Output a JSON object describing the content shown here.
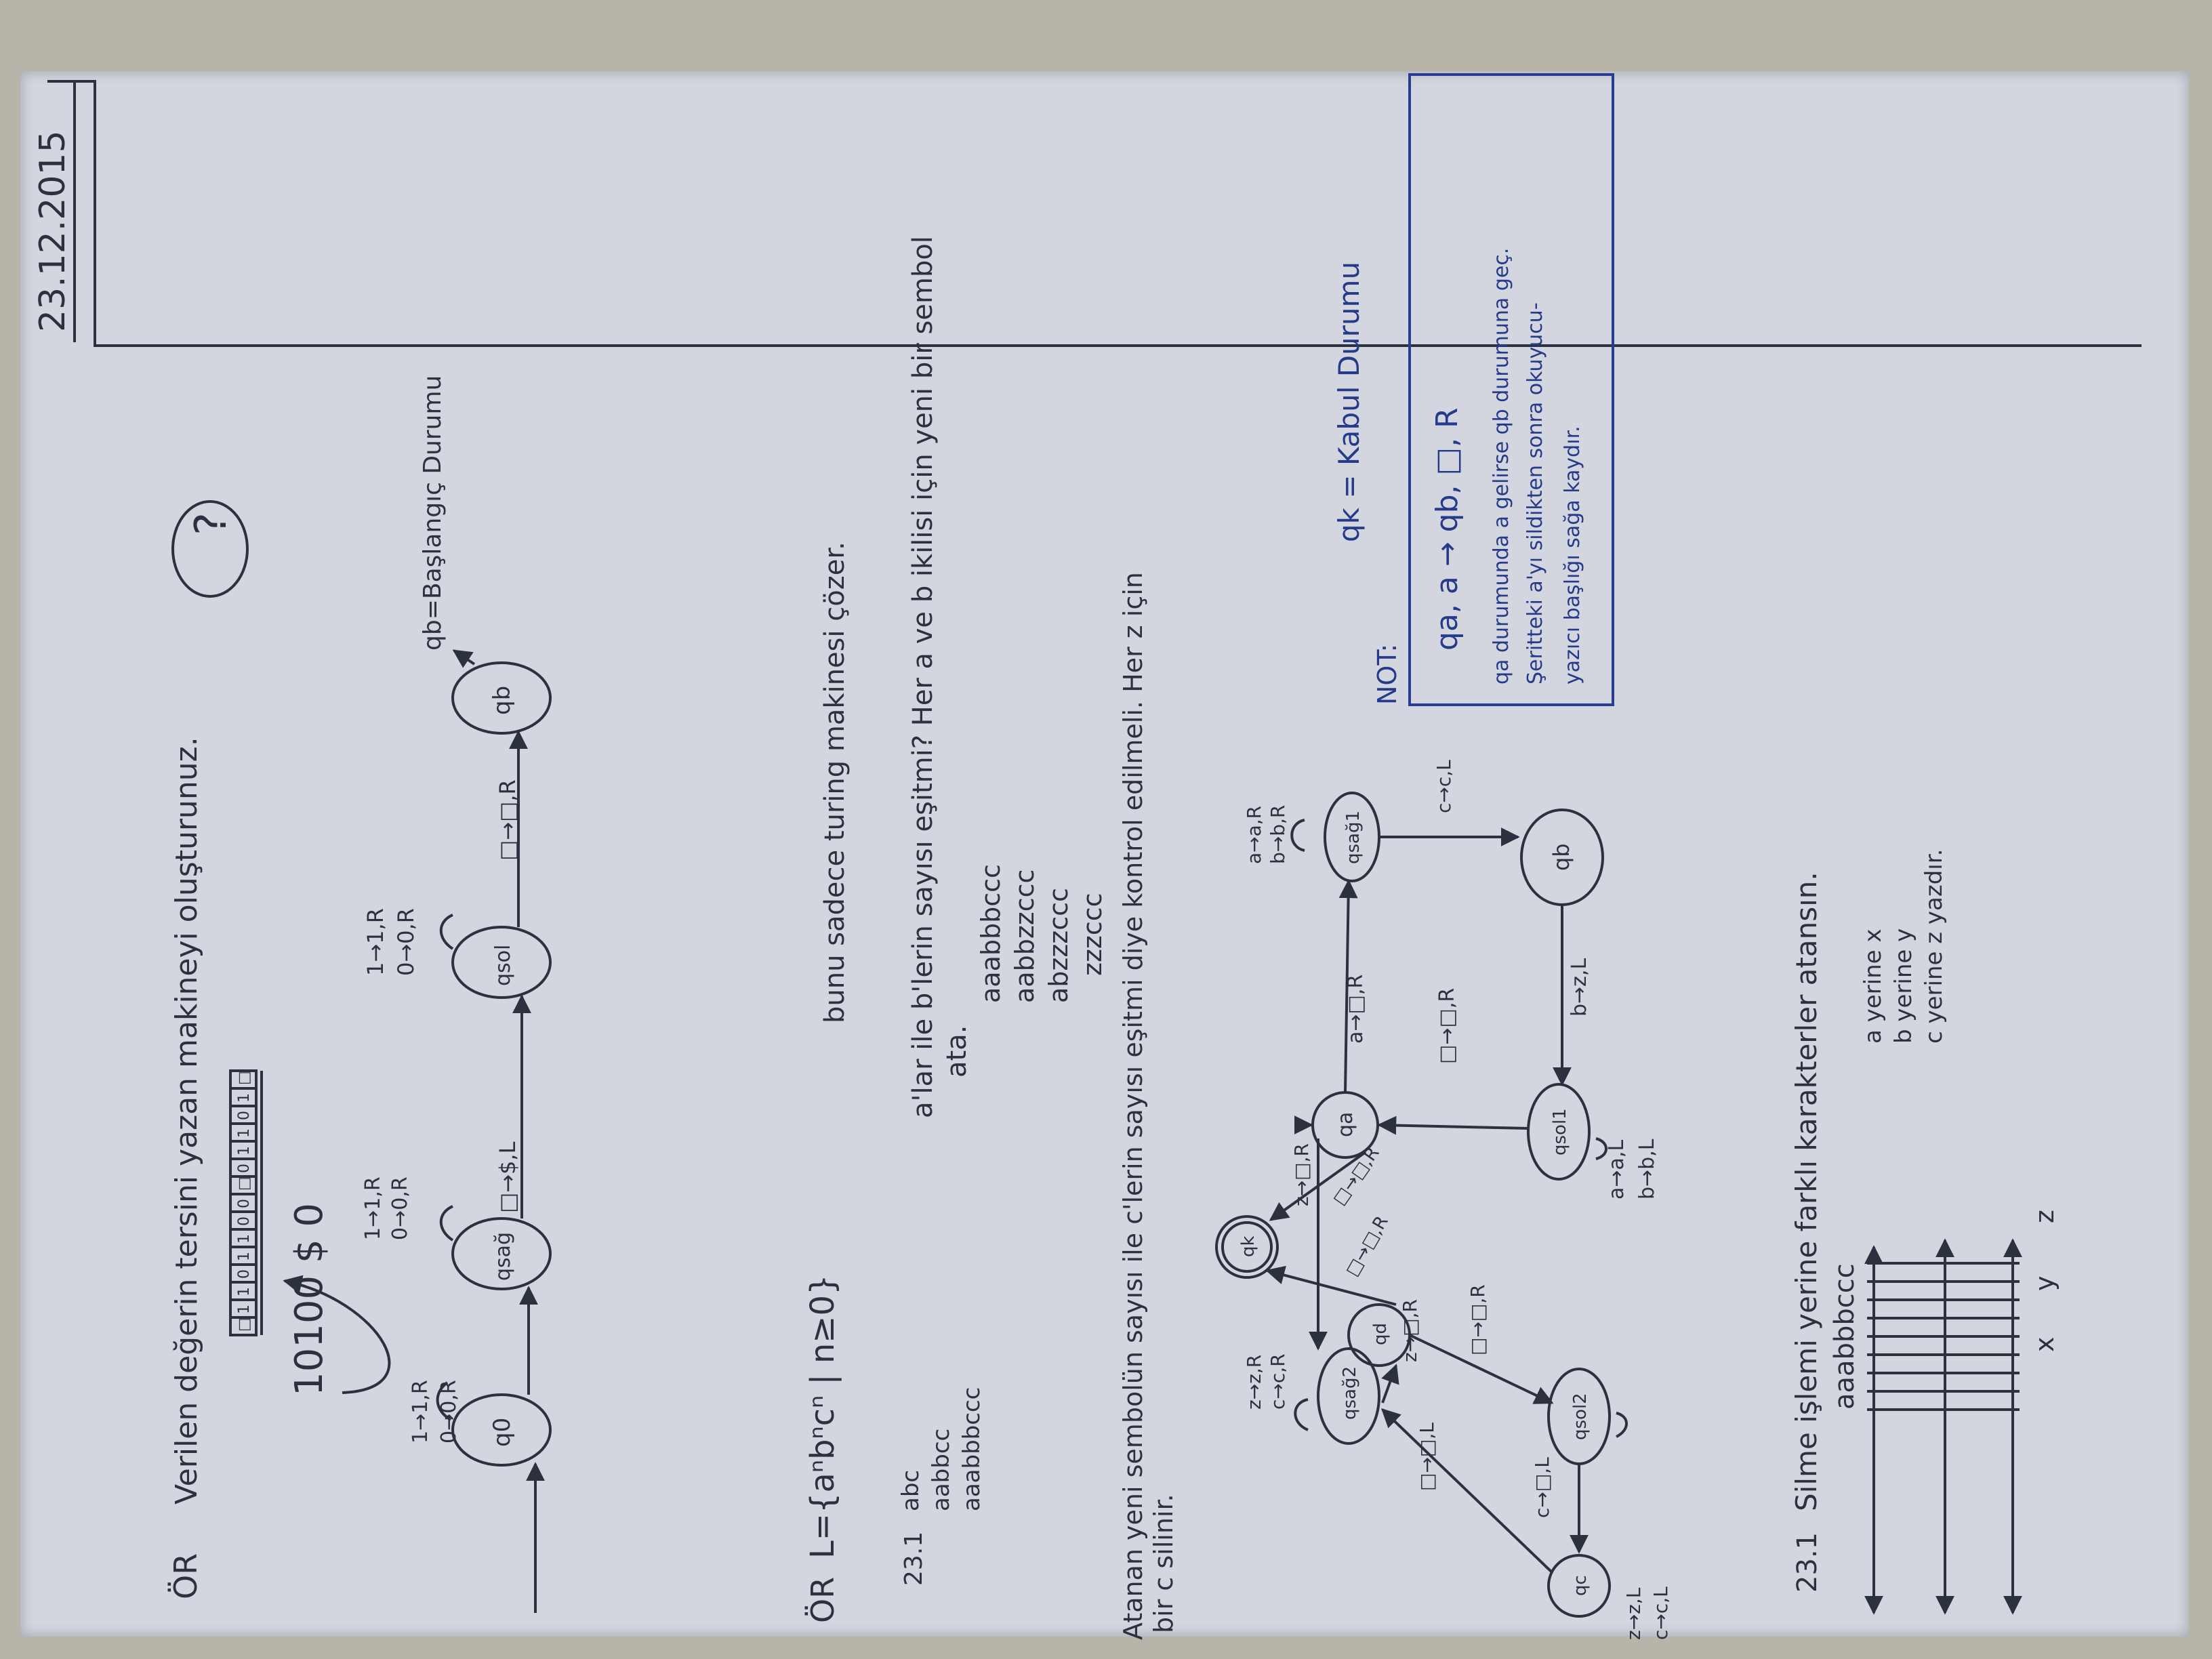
{
  "header": {
    "date": "23.12.2015"
  },
  "section1": {
    "label": "ÖR",
    "question": "Verilen değerin tersini yazan makineyi oluşturunuz.",
    "tape": [
      "□",
      "1",
      "1",
      "0",
      "1",
      "1",
      "0",
      "0",
      "□",
      "0",
      "1",
      "1",
      "0",
      "1",
      "□"
    ],
    "example": "10100 $ 0",
    "question_mark": "?",
    "states": {
      "q0": "q0",
      "qsag": "qsağ",
      "qsol": "qsol",
      "qb": "qb"
    },
    "transitions": {
      "q0_loop": [
        "1→1,R",
        "0→0,R"
      ],
      "qsag_loop": [
        "1→1,R",
        "0→0,R"
      ],
      "q0_to_qsag": "□→$,L",
      "qsol_loop": [
        "1→1,R",
        "0→0,R"
      ],
      "qsol_to_qb": "□→□,R"
    },
    "start_state_note": "qb=Başlangıç Durumu"
  },
  "section2": {
    "label": "ÖR",
    "language": "L={aⁿbⁿcⁿ | n≥0}",
    "item_num": "23.1",
    "example_words": [
      "abc",
      "aabbcc",
      "aaabbbccc"
    ],
    "solve_text": "bunu sadece turing makinesi çözer.",
    "bullet1_line1": "a'lar ile b'lerin sayısı eşitmi? Her a ve b ikilisi için yeni bir sembol",
    "bullet1_line2": "ata.",
    "traces": [
      "aaabbbccc",
      "aabbzzccc",
      "abzzzccc",
      "zzzccc"
    ],
    "bullet2_line1": "Atanan yeni sembolün sayısı ile c'lerin sayısı eşitmi diye kontrol edilmeli. Her z için",
    "bullet2_line2": "bir c silinir."
  },
  "note": {
    "title": "NOT:",
    "formula": "qa, a → qb, □, R",
    "line1": "qa durumunda a gelirse qb durumuna geç.",
    "line2": "Şeritteki a'yı sildikten sonra okuyucu-",
    "line3": "yazıcı başlığı sağa kaydır.",
    "accept_note": "qk = Kabul Durumu"
  },
  "diagram2": {
    "states": {
      "qa": "qa",
      "qsag1": "qsağ1",
      "qb": "qb",
      "qsol1": "qsol1",
      "qk": "qk",
      "qsag2": "qsağ2",
      "qd": "qd",
      "qsol2": "qsol2",
      "qc": "qc"
    },
    "transitions": {
      "qa_to_qsag1": "a→□,R",
      "qsag1_loop": [
        "a→a,R",
        "b→b,R"
      ],
      "qsag1_to_qb": "c→c,L",
      "qb_to_qsol1": "b→z,L",
      "qsol1_to_qa": "□→□,R",
      "qsol1_loop": [
        "a→a,L",
        "b→b,L"
      ],
      "qa_to_qk": "□→□,R",
      "qa_to_qsag2": "z→□,R",
      "qsag2_loop": [
        "z→z,R",
        "c→c,R"
      ],
      "qsag2_to_qd": "z→□,R",
      "qd_to_qk": "□→□,R",
      "qd_to_qsol2": "□→□,R",
      "qsol2_to_qc": "c→□,L",
      "qc_to_qsag2": "□→□,L",
      "qsol2_loop": [
        "z→z,L",
        "c→c,L"
      ]
    }
  },
  "section3": {
    "item_num": "23.1",
    "instruction": "Silme işlemi yerine farklı karakterler atansın.",
    "mapping": [
      "a   yerine  x",
      "b   yerine  y",
      "c   yerine  z  yazdır."
    ],
    "tape_word": "aaabbbccc",
    "tape_bottom": [
      "x",
      "y",
      "z"
    ]
  }
}
